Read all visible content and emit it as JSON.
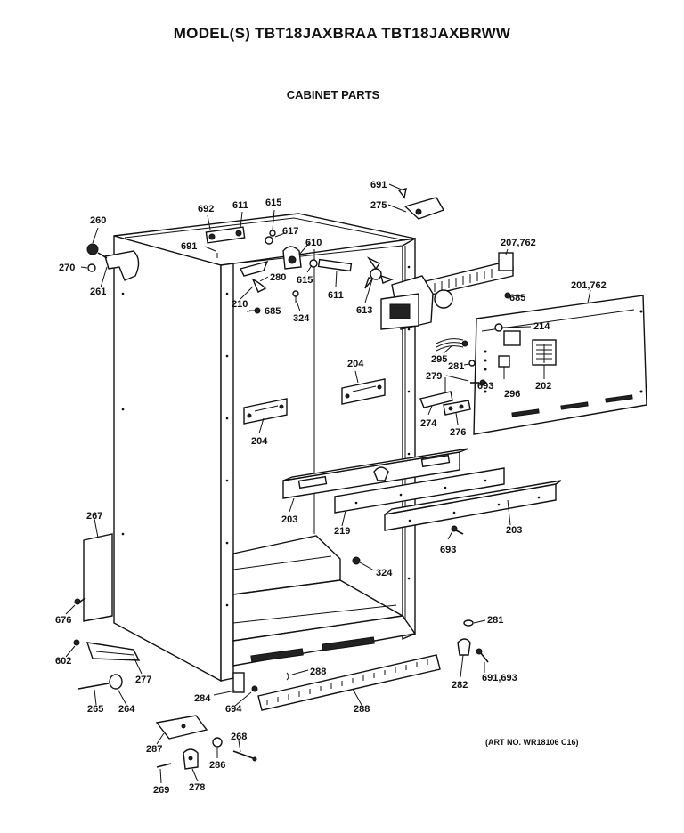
{
  "title": "MODEL(S) TBT18JAXBRAA  TBT18JAXBRWW",
  "subtitle": "CABINET PARTS",
  "art_number": "(ART NO. WR18106 C16)",
  "part_labels": [
    "260",
    "270",
    "261",
    "692",
    "611",
    "615",
    "617",
    "691",
    "610",
    "280",
    "615",
    "210",
    "685",
    "324",
    "611",
    "691",
    "275",
    "207,762",
    "613",
    "685",
    "201,762",
    "214",
    "295",
    "281",
    "279",
    "693",
    "296",
    "202",
    "204",
    "204",
    "274",
    "276",
    "203",
    "219",
    "203",
    "693",
    "267",
    "324",
    "676",
    "281",
    "602",
    "277",
    "288",
    "282",
    "691,693",
    "284",
    "694",
    "265",
    "264",
    "288",
    "287",
    "268",
    "286",
    "269",
    "278"
  ]
}
